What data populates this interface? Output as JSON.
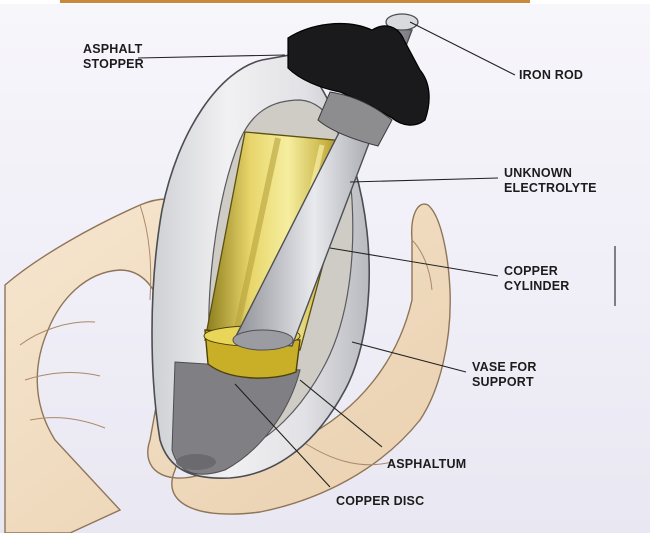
{
  "diagram": {
    "labels": {
      "asphalt_stopper": [
        "ASPHALT",
        "STOPPER"
      ],
      "iron_rod": "IRON ROD",
      "unknown_electrolyte": [
        "UNKNOWN",
        "ELECTROLYTE"
      ],
      "copper_cylinder": [
        "COPPER",
        "CYLINDER"
      ],
      "vase_for_support": [
        "VASE FOR",
        "SUPPORT"
      ],
      "asphaltum": "ASPHALTUM",
      "copper_disc": "COPPER DISC"
    }
  }
}
